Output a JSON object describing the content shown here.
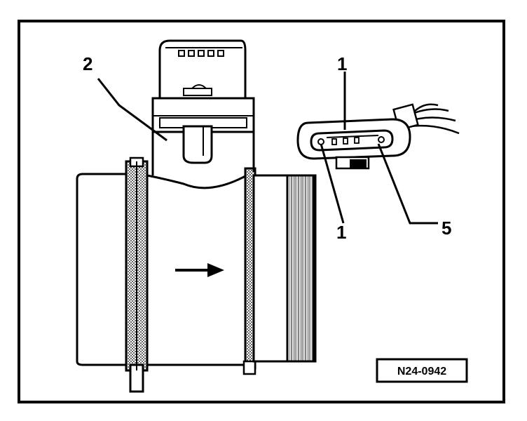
{
  "figure": {
    "callouts": {
      "sensor_label": "2",
      "connector_label": "1",
      "pin_first": "1",
      "pin_last": "5"
    },
    "reference_code": "N24-0942",
    "flow_direction": "right",
    "colors": {
      "ink": "#000000",
      "paper": "#ffffff",
      "shade": "#b8b8b8"
    }
  }
}
